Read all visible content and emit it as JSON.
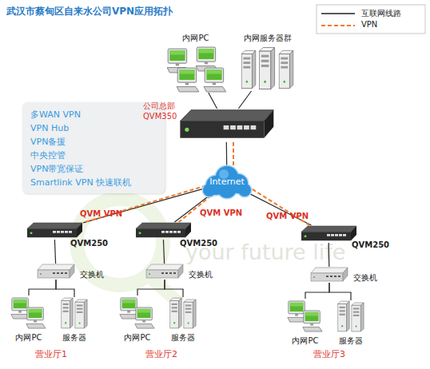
{
  "diagram": {
    "title": "武汉市蔡甸区自来水公司VPN应用拓扑",
    "nodes": [
      {
        "text": [
          "内网PC"
        ]
      },
      {
        "text": [
          "内网服务器群"
        ]
      },
      {
        "text": [
          "多WAN VPN",
          "VPN Hub",
          "VPN备援",
          "中央控管",
          "VPN带宽保证",
          "Smartlink VPN 快速联机"
        ]
      },
      {
        "text": [
          "公司总部 QVM350"
        ]
      },
      {
        "text": [
          "Internet"
        ]
      },
      {
        "text": [
          "QVM250"
        ]
      },
      {
        "text": [
          "QVM250"
        ]
      },
      {
        "text": [
          "QVM250"
        ]
      },
      {
        "text": [
          "交换机"
        ]
      },
      {
        "text": [
          "交换机"
        ]
      },
      {
        "text": [
          "交换机"
        ]
      },
      {
        "text": [
          "内网PC"
        ]
      },
      {
        "text": [
          "服务器"
        ]
      },
      {
        "text": [
          "内网PC"
        ]
      },
      {
        "text": [
          "服务器"
        ]
      },
      {
        "text": [
          "内网PC"
        ]
      },
      {
        "text": [
          "服务器"
        ]
      }
    ],
    "edges": [
      {
        "from": 0,
        "to": 3,
        "arrow": "none"
      },
      {
        "from": 1,
        "to": 3,
        "arrow": "none"
      },
      {
        "from": 3,
        "to": 4,
        "arrow": "none"
      },
      {
        "from": 4,
        "to": 5,
        "arrow": "none"
      },
      {
        "from": 4,
        "to": 6,
        "arrow": "none"
      },
      {
        "from": 4,
        "to": 7,
        "arrow": "none"
      },
      {
        "from": 3,
        "to": 5,
        "label": "QVM VPN",
        "arrow": "none"
      },
      {
        "from": 3,
        "to": 6,
        "label": "QVM VPN",
        "arrow": "none"
      },
      {
        "from": 3,
        "to": 7,
        "label": "QVM VPN",
        "arrow": "none"
      },
      {
        "from": 5,
        "to": 8,
        "arrow": "none"
      },
      {
        "from": 6,
        "to": 9,
        "arrow": "none"
      },
      {
        "from": 7,
        "to": 10,
        "arrow": "none"
      },
      {
        "from": 8,
        "to": 11,
        "arrow": "none"
      },
      {
        "from": 8,
        "to": 12,
        "arrow": "none"
      },
      {
        "from": 9,
        "to": 13,
        "arrow": "none"
      },
      {
        "from": 9,
        "to": 14,
        "arrow": "none"
      },
      {
        "from": 10,
        "to": 15,
        "arrow": "none"
      },
      {
        "from": 10,
        "to": 16,
        "arrow": "none"
      }
    ],
    "labels": [
      "营业厅1",
      "营业厅2",
      "营业厅3",
      "your future life"
    ],
    "legend": [
      {
        "text": "互联网线路"
      },
      {
        "text": "VPN"
      }
    ]
  }
}
